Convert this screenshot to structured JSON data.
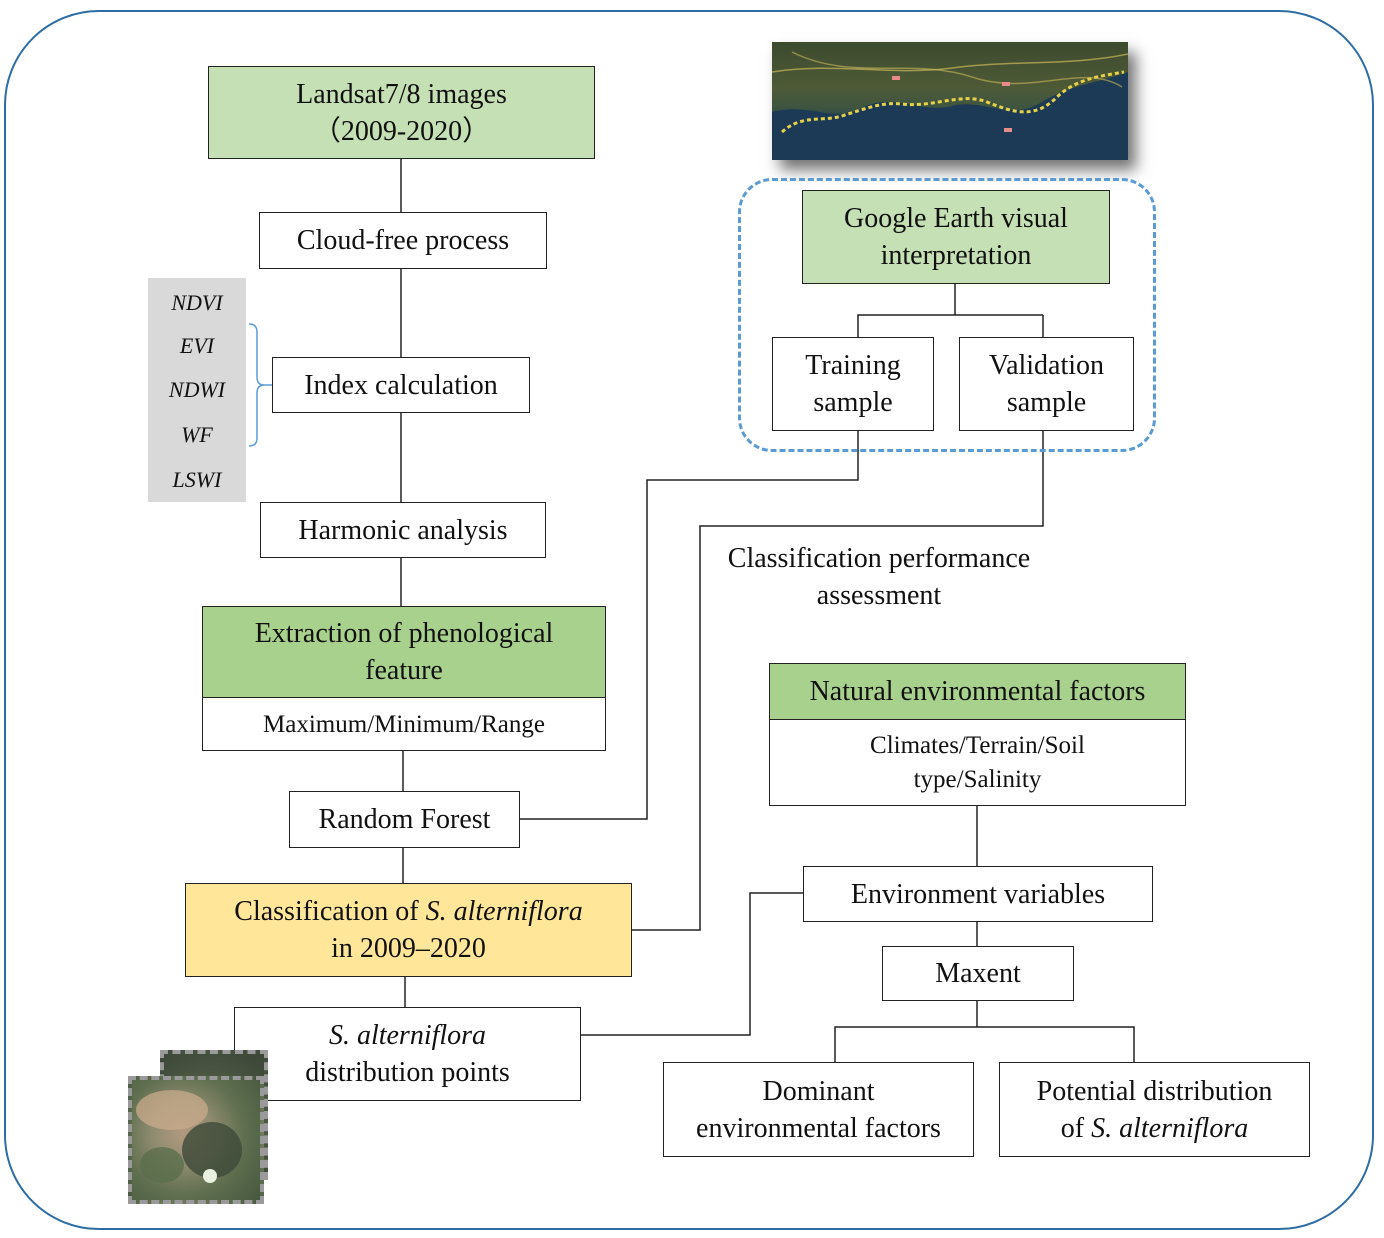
{
  "flow": {
    "landsat": [
      "Landsat7/8 images",
      "（2009-2020）"
    ],
    "cloud_free": "Cloud-free process",
    "index_calc": "Index calculation",
    "harmonic": "Harmonic analysis",
    "phenology_title": [
      "Extraction of phenological",
      "feature"
    ],
    "phenology_sub": "Maximum/Minimum/Range",
    "random_forest": "Random Forest",
    "classification": {
      "pre": "Classification of ",
      "species": "S. alterniflora",
      "line2": "in 2009–2020"
    },
    "distribution_points": {
      "species": "S. alterniflora",
      "line2": "distribution points"
    }
  },
  "indices": [
    "NDVI",
    "EVI",
    "NDWI",
    "WF",
    "LSWI"
  ],
  "google": {
    "title": [
      "Google Earth visual",
      "interpretation"
    ],
    "training": [
      "Training",
      "sample"
    ],
    "validation": [
      "Validation",
      "sample"
    ]
  },
  "assessment": [
    "Classification performance",
    "assessment"
  ],
  "environment": {
    "natural_title": "Natural environmental factors",
    "natural_sub": [
      "Climates/Terrain/Soil",
      "type/Salinity"
    ],
    "variables": "Environment variables",
    "maxent": "Maxent",
    "dominant": [
      "Dominant",
      "environmental factors"
    ],
    "potential": {
      "line1": "Potential distribution",
      "pre": "of ",
      "species": "S. alterniflora"
    }
  },
  "colors": {
    "frame": "#2e6da4",
    "green_light": "#c5e0b4",
    "green_dark": "#a9d18e",
    "yellow": "#ffe699",
    "dash_blue": "#5b9bd5",
    "index_panel": "#d9d9d9"
  },
  "icons": {
    "satellite": "satellite-image",
    "photos": "aerial-photo-stack"
  }
}
